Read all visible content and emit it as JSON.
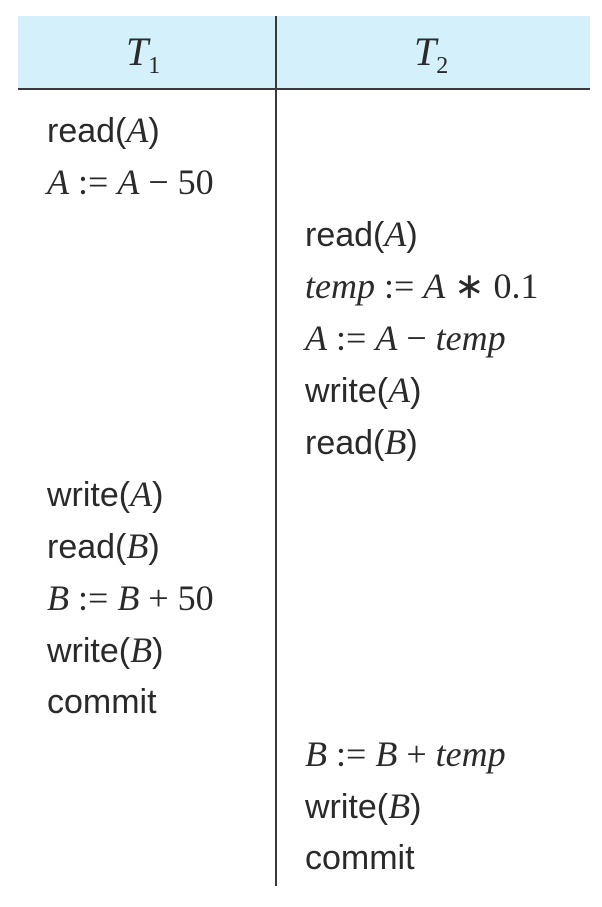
{
  "header": {
    "t1": {
      "name": "T",
      "sub": "1"
    },
    "t2": {
      "name": "T",
      "sub": "2"
    }
  },
  "t1_ops": {
    "read_a": {
      "fn": "read(",
      "arg": "A",
      "close": ")"
    },
    "assign_a": {
      "lhs": "A",
      "op": " := ",
      "rhs": "A",
      "minus": " − ",
      "num": "50"
    },
    "write_a": {
      "fn": "write(",
      "arg": "A",
      "close": ")"
    },
    "read_b": {
      "fn": "read(",
      "arg": "B",
      "close": ")"
    },
    "assign_b": {
      "lhs": "B",
      "op": " := ",
      "rhs": "B",
      "plus": " + ",
      "num": "50"
    },
    "write_b": {
      "fn": "write(",
      "arg": "B",
      "close": ")"
    },
    "commit": "commit"
  },
  "t2_ops": {
    "read_a": {
      "fn": "read(",
      "arg": "A",
      "close": ")"
    },
    "assign_temp": {
      "lhs": "temp",
      "op": " := ",
      "rhs": "A",
      "times": " ∗ ",
      "num": "0.1"
    },
    "assign_a": {
      "lhs": "A",
      "op": " := ",
      "rhs": "A",
      "minus": " − ",
      "var": "temp"
    },
    "write_a": {
      "fn": "write(",
      "arg": "A",
      "close": ")"
    },
    "read_b": {
      "fn": "read(",
      "arg": "B",
      "close": ")"
    },
    "assign_b": {
      "lhs": "B",
      "op": " := ",
      "rhs": "B",
      "plus": " + ",
      "var": "temp"
    },
    "write_b": {
      "fn": "write(",
      "arg": "B",
      "close": ")"
    },
    "commit": "commit"
  },
  "colors": {
    "header_bg": "#d3f0fb",
    "rule": "#3a3a3a",
    "text": "#2a2a2a"
  }
}
